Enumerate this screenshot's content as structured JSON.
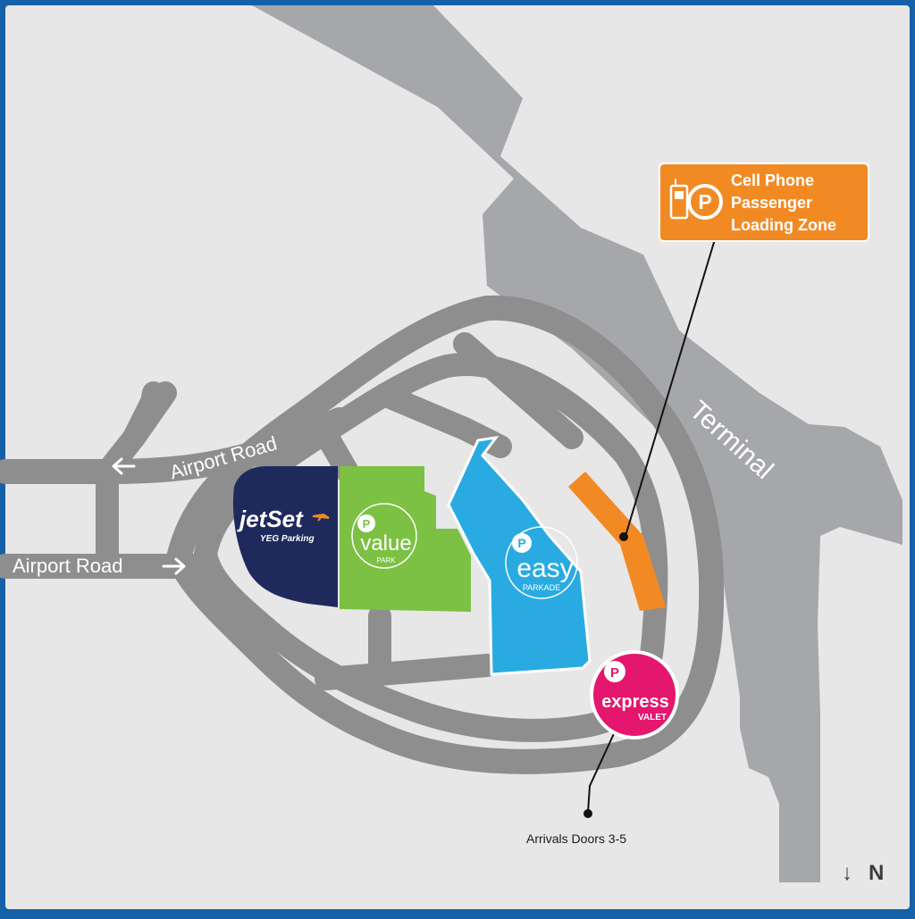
{
  "map": {
    "colors": {
      "frame": "#1560a8",
      "background": "#e7e7e7",
      "road": "#8e8e8e",
      "terminal": "#a6a7aa",
      "jetset": "#1f2a5c",
      "value_park": "#7cc143",
      "easy_parkade": "#29abe2",
      "cell_zone": "#f28a24",
      "express_valet": "#e5166d"
    },
    "roads": {
      "upper_label": "Airport Road",
      "lower_label": "Airport Road",
      "upper_arrow": "arrow-left-icon",
      "lower_arrow": "arrow-right-icon"
    },
    "terminal_label": "Terminal",
    "lots": {
      "jetset": {
        "name": "jetSet",
        "sub": "YEG Parking"
      },
      "value_park": {
        "icon": "P",
        "name": "value",
        "sub": "PARK"
      },
      "easy_parkade": {
        "icon": "P",
        "name": "easy",
        "sub": "PARKADE"
      },
      "express_valet": {
        "icon": "P",
        "name": "express",
        "sub": "VALET"
      }
    },
    "cell_phone_zone": {
      "line1": "Cell Phone",
      "line2": "Passenger",
      "line3": "Loading Zone",
      "icon": "P"
    },
    "arrivals_label": "Arrivals Doors 3-5",
    "north": {
      "arrow": "↓",
      "label": "N"
    }
  }
}
